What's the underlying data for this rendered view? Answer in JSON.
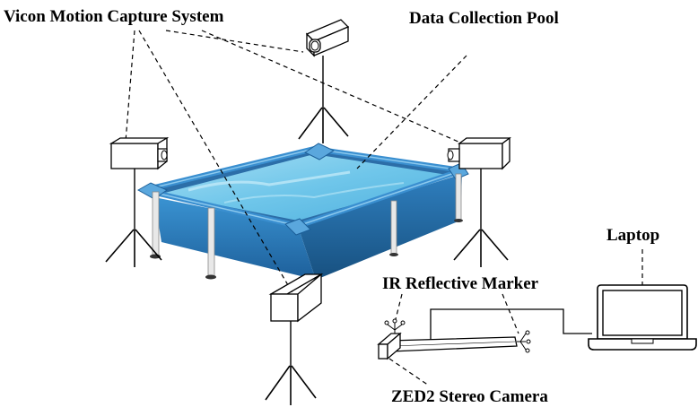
{
  "labels": {
    "vicon": "Vicon Motion Capture System",
    "pool": "Data Collection Pool",
    "laptop": "Laptop",
    "ir_marker": "IR Reflective Marker",
    "zed2": "ZED2 Stereo Camera"
  },
  "colors": {
    "pool_water": "#6fc6ea",
    "pool_wall": "#2a7fc0",
    "pool_wall_dark": "#1c5f99",
    "pool_rim": "#3b8fd0",
    "camera_body": "#ffffff",
    "line": "#000000"
  }
}
